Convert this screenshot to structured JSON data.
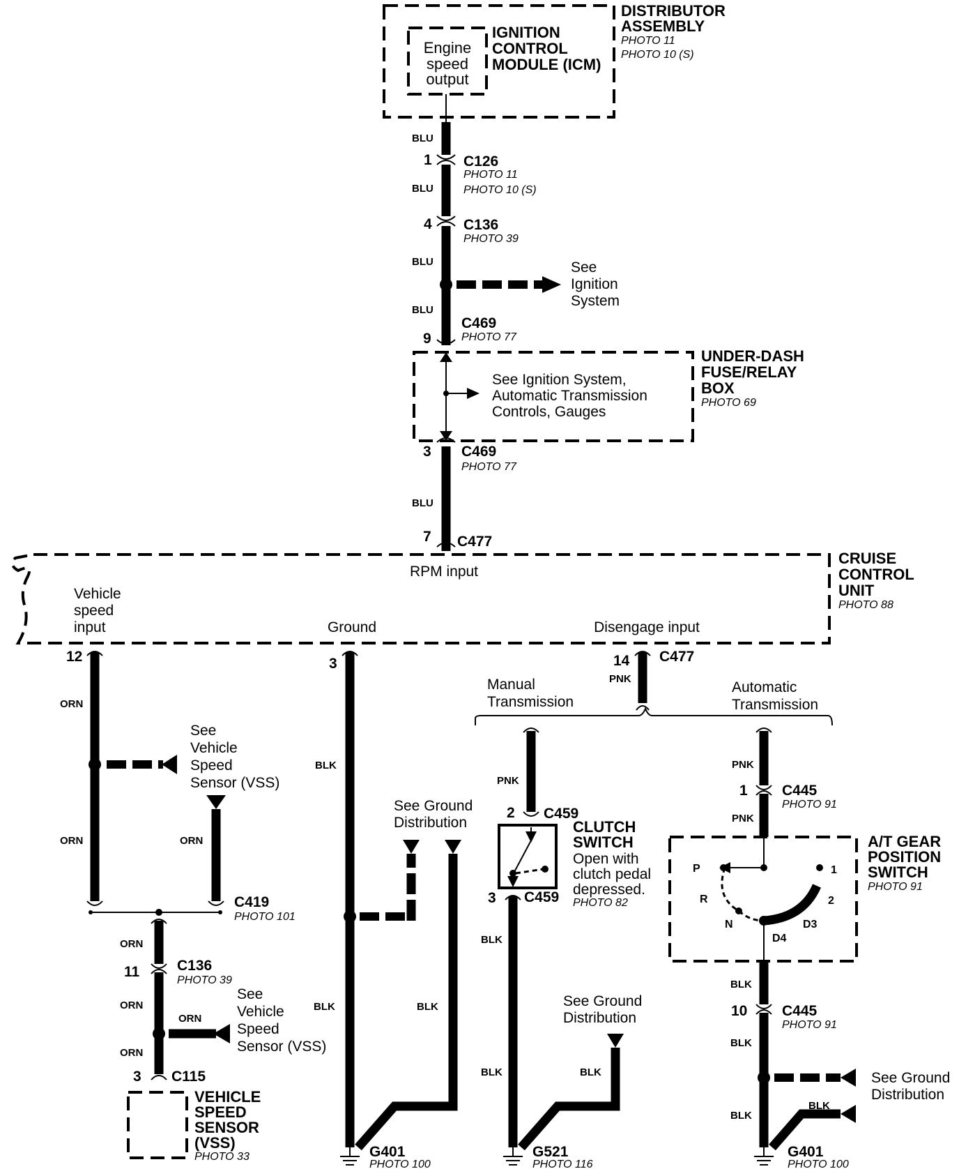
{
  "components": {
    "distributor": {
      "name": [
        "DISTRIBUTOR",
        "ASSEMBLY"
      ],
      "photos": [
        "PHOTO 11",
        "PHOTO 10  (S)"
      ]
    },
    "icm": {
      "name": [
        "IGNITION",
        "CONTROL",
        "MODULE (ICM)"
      ],
      "pin": [
        "Engine",
        "speed",
        "output"
      ]
    },
    "fuse_box": {
      "name": [
        "UNDER-DASH",
        "FUSE/RELAY",
        "BOX"
      ],
      "photo": "PHOTO 69",
      "note": [
        "See Ignition System,",
        "Automatic Transmission",
        "Controls, Gauges"
      ]
    },
    "cruise": {
      "name": [
        "CRUISE",
        "CONTROL",
        "UNIT"
      ],
      "photo": "PHOTO 88",
      "rpm": "RPM input",
      "vss_in": [
        "Vehicle",
        "speed",
        "input"
      ],
      "ground": "Ground",
      "disengage": "Disengage input"
    },
    "clutch": {
      "name": [
        "CLUTCH",
        "SWITCH"
      ],
      "desc": [
        "Open with",
        "clutch pedal",
        "depressed."
      ],
      "photo": "PHOTO 82"
    },
    "at_switch": {
      "name": [
        "A/T GEAR",
        "POSITION",
        "SWITCH"
      ],
      "photo": "PHOTO 91",
      "positions": [
        "P",
        "R",
        "N",
        "D4",
        "D3",
        "2",
        "1"
      ]
    },
    "vss": {
      "name": [
        "VEHICLE",
        "SPEED",
        "SENSOR",
        "(VSS)"
      ],
      "photo": "PHOTO 33"
    }
  },
  "connectors": [
    {
      "id": "C126",
      "pin": "1",
      "photos": [
        "PHOTO 11",
        "PHOTO 10  (S)"
      ]
    },
    {
      "id": "C136",
      "pin": "4",
      "photos": [
        "PHOTO 39"
      ]
    },
    {
      "id": "C469",
      "pin": "9",
      "photos": [
        "PHOTO 77"
      ]
    },
    {
      "id": "C469",
      "pin": "3",
      "photos": [
        "PHOTO 77"
      ]
    },
    {
      "id": "C477",
      "pin": "7"
    },
    {
      "id": "C477",
      "pin": "14"
    },
    {
      "id": "C419",
      "photos": [
        "PHOTO 101"
      ]
    },
    {
      "id": "C136",
      "pin": "11",
      "photos": [
        "PHOTO 39"
      ]
    },
    {
      "id": "C115",
      "pin": "3"
    },
    {
      "id": "C459",
      "pin": "2"
    },
    {
      "id": "C459",
      "pin": "3"
    },
    {
      "id": "C445",
      "pin": "1",
      "photos": [
        "PHOTO 91"
      ]
    },
    {
      "id": "C445",
      "pin": "10",
      "photos": [
        "PHOTO 91"
      ]
    }
  ],
  "grounds": [
    {
      "id": "G401",
      "photo": "PHOTO 100"
    },
    {
      "id": "G521",
      "photo": "PHOTO 116"
    },
    {
      "id": "G401",
      "photo": "PHOTO 100"
    }
  ],
  "wire_colors": {
    "blu": "BLU",
    "orn": "ORN",
    "blk": "BLK",
    "pnk": "PNK"
  },
  "labels": {
    "pin12": "12",
    "pin3_ground": "3",
    "see_ignition": [
      "See",
      "Ignition",
      "System"
    ],
    "see_vss": [
      "See",
      "Vehicle",
      "Speed",
      "Sensor (VSS)"
    ],
    "see_ground": [
      "See Ground",
      "Distribution"
    ],
    "manual_trans": [
      "Manual",
      "Transmission"
    ],
    "auto_trans": [
      "Automatic",
      "Transmission"
    ]
  }
}
